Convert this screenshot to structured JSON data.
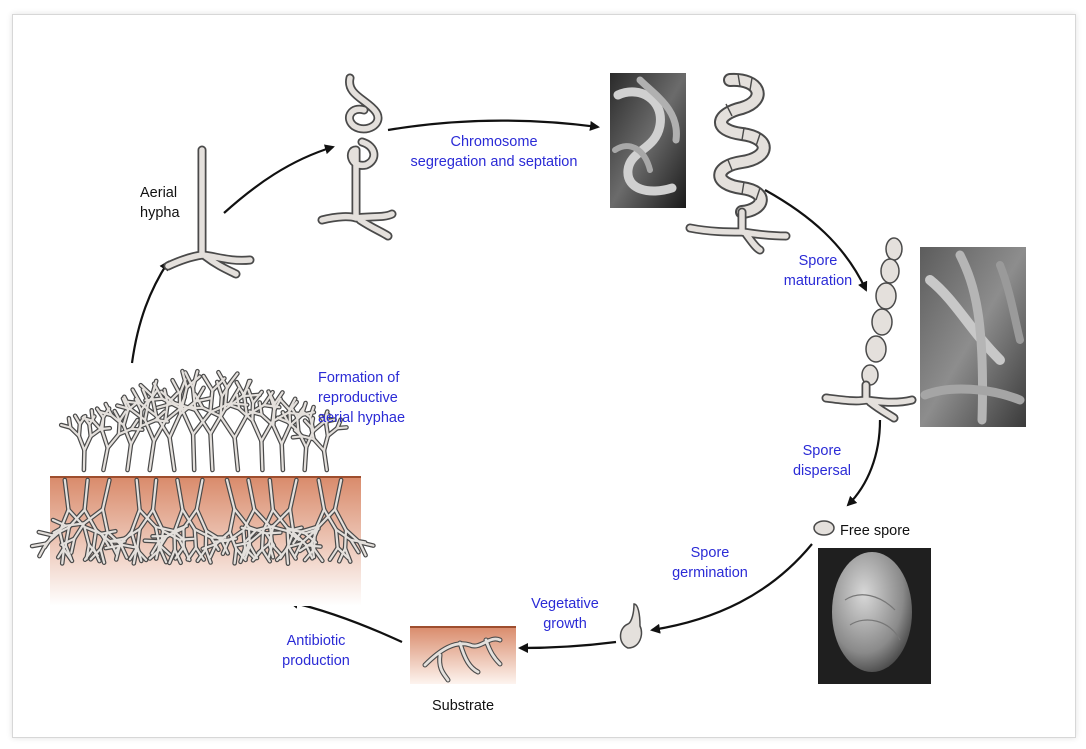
{
  "labels": {
    "aerial_hypha": [
      "Aerial",
      "hypha"
    ],
    "chromosome": [
      "Chromosome",
      "segregation and septation"
    ],
    "spore_maturation": [
      "Spore",
      "maturation"
    ],
    "spore_dispersal": [
      "Spore",
      "dispersal"
    ],
    "free_spore": "Free spore",
    "spore_germination": [
      "Spore",
      "germination"
    ],
    "vegetative_growth": [
      "Vegetative",
      "growth"
    ],
    "substrate": "Substrate",
    "antibiotic_production": [
      "Antibiotic",
      "production"
    ],
    "formation": [
      "Formation of",
      "reproductive",
      "aerial hyphae"
    ]
  },
  "colors": {
    "stage_label": "#2b2bd6",
    "static_label": "#111111",
    "soil_top": "#d98a6a",
    "soil_bottom": "#ffffff",
    "hypha_fill": "#e4e0dc",
    "hypha_outline": "#4a4a4a"
  }
}
